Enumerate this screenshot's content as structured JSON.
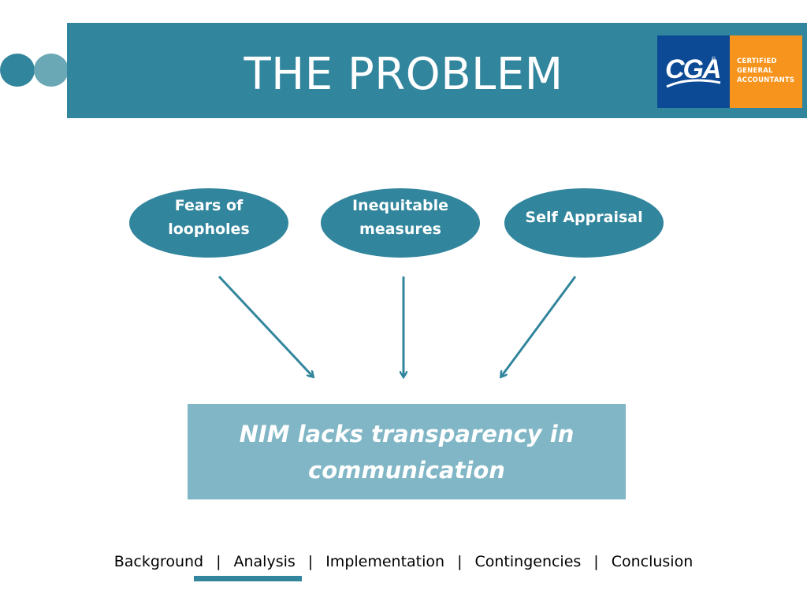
{
  "header": {
    "title": "THE PROBLEM",
    "logo": {
      "mark": "CGA",
      "registered": "®",
      "lines": [
        "CERTIFIED",
        "GENERAL",
        "ACCOUNTANTS"
      ]
    }
  },
  "diagram": {
    "causes": [
      {
        "label": "Fears of loopholes"
      },
      {
        "label": "Inequitable measures"
      },
      {
        "label": "Self Appraisal"
      }
    ],
    "result": {
      "label": "NIM lacks transparency in communication"
    }
  },
  "nav": {
    "items": [
      "Background",
      "Analysis",
      "Implementation",
      "Contingencies",
      "Conclusion"
    ],
    "separator": "|",
    "active": "Analysis"
  },
  "colors": {
    "primary": "#31859c",
    "light": "#80b6c5",
    "logo_blue": "#0d4a95",
    "logo_orange": "#f7941d"
  }
}
